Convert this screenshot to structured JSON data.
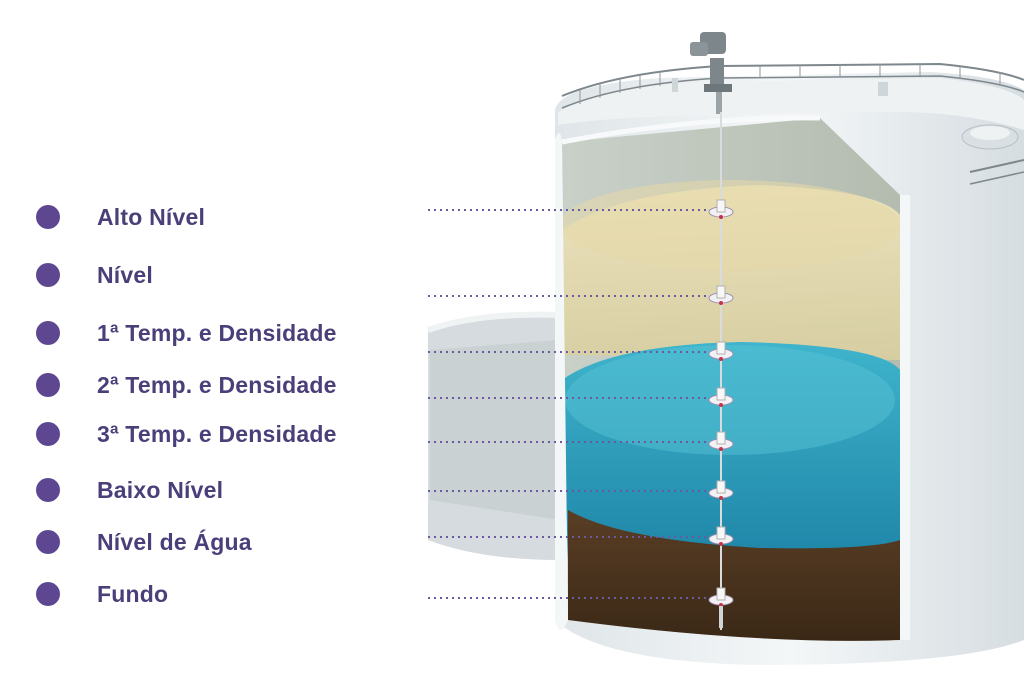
{
  "colors": {
    "accent": "#5e4791",
    "label_text": "#4b3f7a",
    "product_layer": "#eadfb4",
    "water_layer": "#2aa3c0",
    "sediment_layer": "#4a3320",
    "tank_shell": "#e6ebee"
  },
  "legend": {
    "items": [
      {
        "label": "Alto Nível"
      },
      {
        "label": "Nível"
      },
      {
        "label": "1ª Temp. e Densidade"
      },
      {
        "label": "2ª  Temp. e Densidade"
      },
      {
        "label": "3ª  Temp. e Densidade"
      },
      {
        "label": "Baixo Nível"
      },
      {
        "label": "Nível de Água"
      },
      {
        "label": "Fundo"
      }
    ]
  },
  "icons": {
    "legend_marker": "circle-bullet-icon",
    "gauge": "radar-gauge-head-icon",
    "sensor": "float-sensor-icon"
  }
}
